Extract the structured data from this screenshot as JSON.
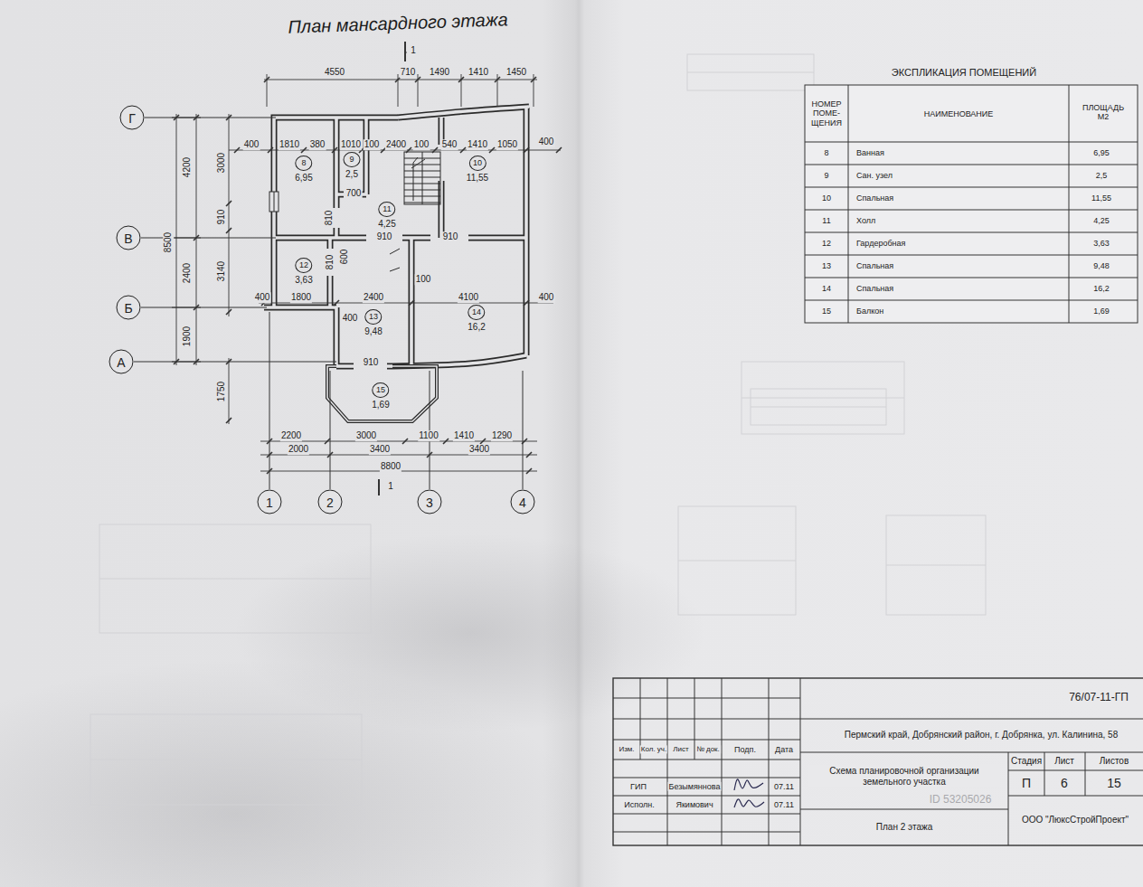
{
  "diagram": {
    "title": "План мансардного этажа",
    "nodes": [
      {
        "text": [
          "Г"
        ]
      },
      {
        "text": [
          "В"
        ]
      },
      {
        "text": [
          "Б"
        ]
      },
      {
        "text": [
          "А"
        ]
      },
      {
        "text": [
          "1"
        ]
      },
      {
        "text": [
          "2"
        ]
      },
      {
        "text": [
          "3"
        ]
      },
      {
        "text": [
          "4"
        ]
      },
      {
        "text": [
          "8",
          "6,95"
        ]
      },
      {
        "text": [
          "9",
          "2,5"
        ]
      },
      {
        "text": [
          "10",
          "11,55"
        ]
      },
      {
        "text": [
          "11",
          "4,25"
        ]
      },
      {
        "text": [
          "12",
          "3,63"
        ]
      },
      {
        "text": [
          "13",
          "9,48"
        ]
      },
      {
        "text": [
          "14",
          "16,2"
        ]
      },
      {
        "text": [
          "15",
          "1,69"
        ]
      }
    ],
    "labels": [
      "1",
      "4550",
      "710",
      "1490",
      "1410",
      "1450",
      "400",
      "1810",
      "380",
      "1010",
      "100",
      "2400",
      "100",
      "540",
      "1410",
      "1050",
      "400",
      "4200",
      "3000",
      "910",
      "8500",
      "2400",
      "3140",
      "1900",
      "1750",
      "700",
      "810",
      "910",
      "910",
      "810",
      "600",
      "400",
      "1800",
      "2400",
      "100",
      "4100",
      "400",
      "400",
      "910",
      "2200",
      "3000",
      "1100",
      "1410",
      "1290",
      "2000",
      "3400",
      "3400",
      "8800",
      "1",
      "ЭКСПЛИКАЦИЯ ПОМЕЩЕНИЙ",
      "НОМЕР ПОМЕ- ЩЕНИЯ",
      "НАИМЕНОВАНИЕ",
      "ПЛОЩАДЬ М2",
      "8",
      "Ванная",
      "6,95",
      "9",
      "Сан. узел",
      "2,5",
      "10",
      "Спальная",
      "11,55",
      "11",
      "Холл",
      "4,25",
      "12",
      "Гардеробная",
      "3,63",
      "13",
      "Спальная",
      "9,48",
      "14",
      "Спальная",
      "16,2",
      "15",
      "Балкон",
      "1,69",
      "76/07-11-ГП",
      "Пермский край, Добрянский район, г. Добрянка, ул. Калинина, 58",
      "Изм.",
      "Кол. уч.",
      "Лист",
      "№ док.",
      "Подп.",
      "Дата",
      "ГИП",
      "Безымяннова",
      "07.11",
      "Исполн.",
      "Якимович",
      "07.11",
      "Схема планировочной организации земельного участка",
      "Стадия",
      "Лист",
      "Листов",
      "П",
      "6",
      "15",
      "План 2 этажа",
      "ООО \"ЛюксСтройПроект\"",
      "ID 53205026"
    ]
  }
}
